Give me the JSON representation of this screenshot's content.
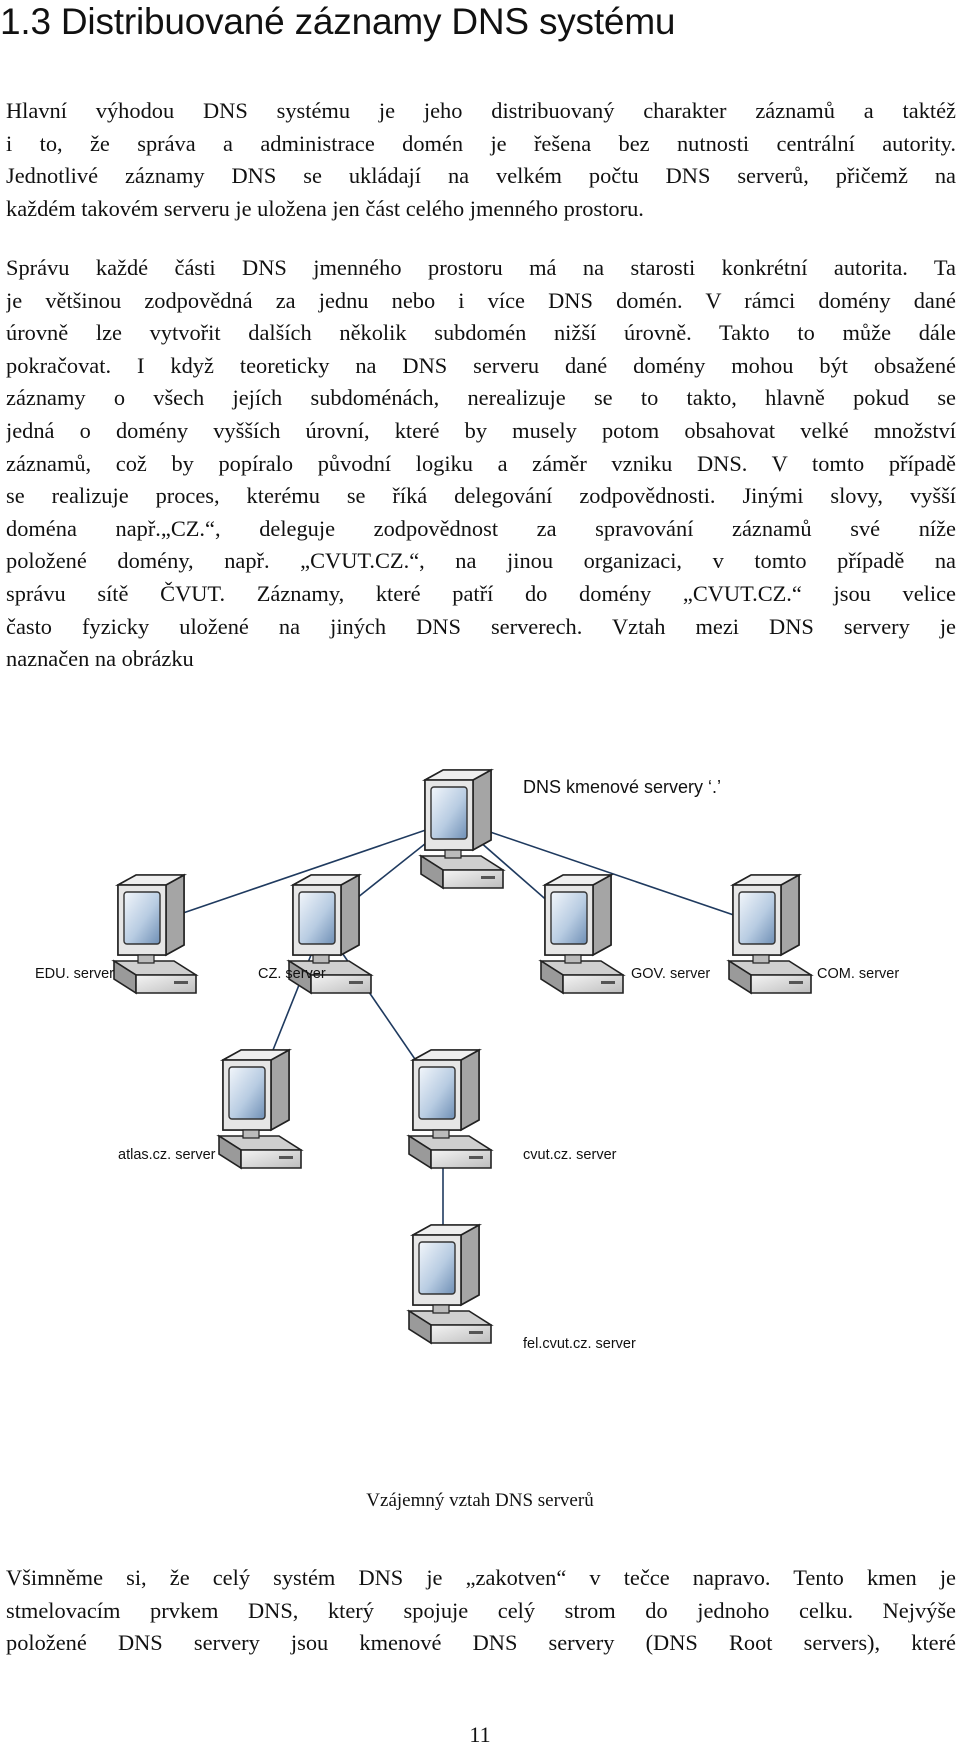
{
  "heading": "1.3 Distribuované záznamy DNS systému",
  "paragraph1_lines": [
    "Hlavní výhodou DNS systému je jeho distribuovaný charakter záznamů a taktéž",
    "i to, že správa a administrace domén je řešena bez nutnosti centrální autority.",
    "Jednotlivé záznamy DNS se ukládají na velkém počtu DNS serverů, přičemž na",
    "každém takovém serveru je uložena jen část celého jmenného prostoru."
  ],
  "paragraph2_lines": [
    "Správu každé části DNS jmenného prostoru má na starosti konkrétní autorita. Ta",
    "je většinou zodpovědná za jednu nebo i více DNS domén. V rámci domény dané",
    "úrovně lze vytvořit dalších několik subdomén nižší úrovně. Takto to může dále",
    "pokračovat. I když teoreticky na DNS serveru dané domény mohou být obsažené",
    "záznamy o všech jejích subdoménách, nerealizuje se to takto, hlavně pokud se",
    "jedná o domény vyšších úrovní, které by musely potom obsahovat velké množství",
    "záznamů, což by popíralo původní logiku a záměr vzniku DNS. V tomto případě",
    "se realizuje proces, kterému se říká delegování zodpovědnosti. Jinými slovy, vyšší",
    "doména např.„CZ.“, deleguje zodpovědnost za spravování záznamů své níže",
    "položené domény, např. „CVUT.CZ.“, na jinou organizaci, v tomto případě na",
    "správu sítě ČVUT. Záznamy, které patří do domény „CVUT.CZ.“ jsou velice",
    "často fyzicky uložené na jiných DNS serverech. Vztah mezi DNS servery je",
    "naznačen na obrázku"
  ],
  "diagram": {
    "root_label": "DNS kmenové servery ‘.’",
    "edu_label": "EDU. server",
    "cz_label": "CZ. server",
    "gov_label": "GOV. server",
    "com_label": "COM. server",
    "atlas_label": "atlas.cz. server",
    "cvut_label": "cvut.cz. server",
    "fel_label": "fel.cvut.cz. server"
  },
  "caption": "Vzájemný vztah DNS serverů",
  "paragraph3_lines": [
    "Všimněme si, že celý systém DNS je „zakotven“ v tečce napravo. Tento kmen je",
    "stmelovacím prvkem DNS, který spojuje celý strom do jednoho celku. Nejvýše",
    "položené DNS servery jsou kmenové DNS servery (DNS Root servers), které"
  ],
  "page_number": "11"
}
